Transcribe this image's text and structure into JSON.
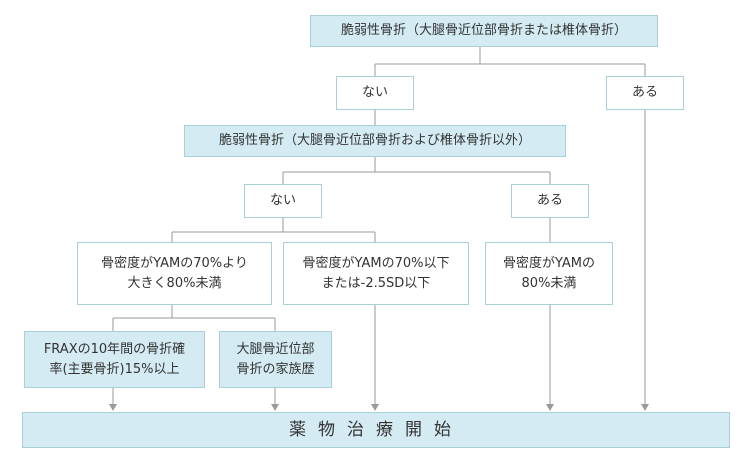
{
  "colors": {
    "filled_box": "#d4ebf3",
    "border": "#a9cfdb",
    "connector": "#9a9a9a",
    "text": "#333333"
  },
  "nodes": {
    "q1": "脆弱性骨折（大腿骨近位部骨折または椎体骨折）",
    "q1_no": "ない",
    "q1_yes": "ある",
    "q2": "脆弱性骨折（大腿骨近位部骨折および椎体骨折以外）",
    "q2_no": "ない",
    "q2_yes": "ある",
    "bmd_70_80": "骨密度がYAMの70%より\n大きく80%未満",
    "bmd_below_70": "骨密度がYAMの70%以下\nまたは-2.5SD以下",
    "bmd_below_80": "骨密度がYAMの\n80%未満",
    "frax": "FRAXの10年間の骨折確\n率(主要骨折)15%以上",
    "family_history": "大腿骨近位部\n骨折の家族歴",
    "start_treatment": "薬物治療開始"
  }
}
